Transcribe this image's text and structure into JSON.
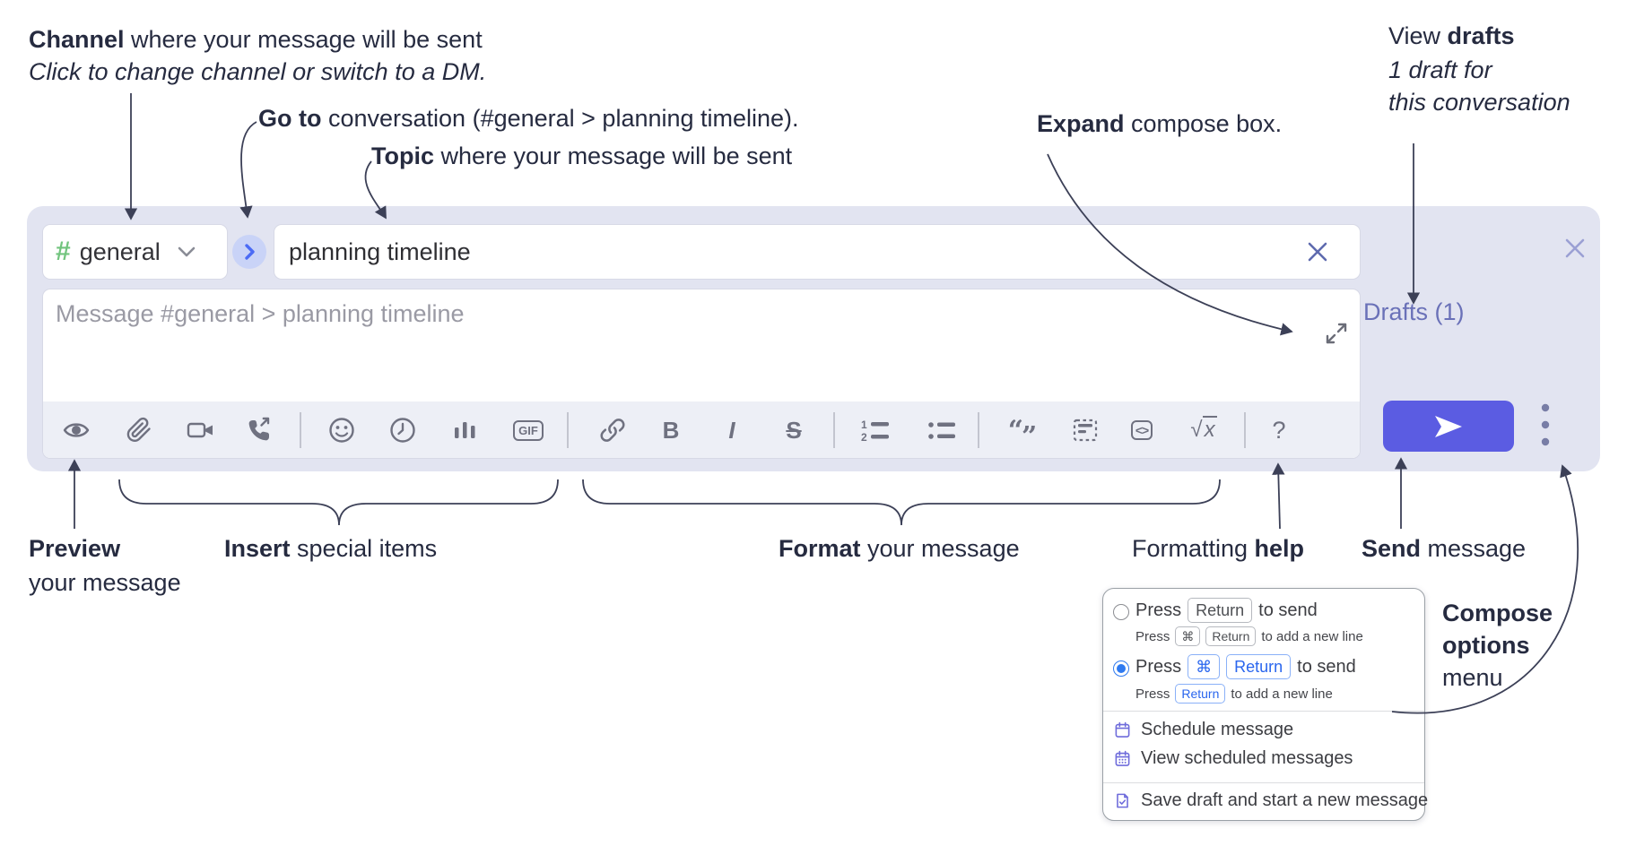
{
  "annotations": {
    "channel": {
      "bold": "Channel",
      "rest": " where your message will be sent",
      "sub": "Click to change channel or switch to a DM."
    },
    "goto": {
      "bold": "Go to",
      "rest": " conversation (#general > planning timeline)."
    },
    "topic": {
      "bold": "Topic",
      "rest": " where your message will be sent"
    },
    "expand": {
      "bold": "Expand",
      "rest": " compose box."
    },
    "drafts": {
      "pre": "View ",
      "bold": "drafts",
      "line2": "1 draft for",
      "line3": "this conversation"
    },
    "preview": {
      "bold": "Preview",
      "line2": "your message"
    },
    "insert": {
      "bold": "Insert",
      "rest": " special items"
    },
    "format": {
      "bold": "Format",
      "rest": " your message"
    },
    "help": {
      "pre": "Formatting ",
      "bold": "help"
    },
    "send": {
      "bold": "Send",
      "rest": " message"
    },
    "compose_options": {
      "line1": "Compose",
      "line2": "options",
      "line3": "menu"
    }
  },
  "compose": {
    "channel_selector": {
      "hash": "#",
      "name": "general"
    },
    "topic_input": {
      "value": "planning timeline"
    },
    "message_input": {
      "placeholder": "Message #general > planning timeline"
    },
    "drafts_link": "Drafts (1)",
    "toolbar": {
      "gif": "GIF",
      "bold": "B",
      "italic": "I",
      "strike": "S",
      "code": "<>",
      "math_radical": "√",
      "math_x": "x",
      "help": "?",
      "ol1": "1",
      "ol2": "2",
      "quote_open": "“",
      "quote_close": "”"
    }
  },
  "menu": {
    "opt1": {
      "press": "Press",
      "key": "Return",
      "send": "to send",
      "sub": {
        "press": "Press",
        "key1": "⌘",
        "key2": "Return",
        "rest": "to add a new line"
      }
    },
    "opt2": {
      "press": "Press",
      "key1": "⌘",
      "key2": "Return",
      "send": "to send",
      "sub": {
        "press": "Press",
        "key": "Return",
        "rest": "to add a new line"
      }
    },
    "schedule": "Schedule message",
    "view_scheduled": "View scheduled messages",
    "save_draft": "Save draft and start a new message"
  },
  "colors": {
    "accent_send": "#5b5ce2",
    "container_lavender": "#e2e4f1",
    "drafts_link": "#6a71b8",
    "hash_green": "#72c47e",
    "radio_blue": "#2f7af0",
    "menu_icon_purple": "#6f6cdb",
    "key_blue": "#2a66ee",
    "goto_chevron_blue": "#4b6bf5"
  }
}
